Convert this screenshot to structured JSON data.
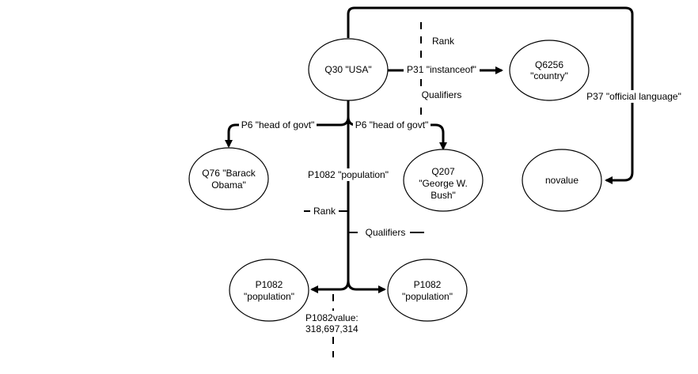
{
  "nodes": {
    "q30": {
      "line1": "Q30 \"USA\"",
      "line2": ""
    },
    "q6256": {
      "line1": "Q6256",
      "line2": "\"country\""
    },
    "q76": {
      "line1": "Q76 \"Barack",
      "line2": "Obama\""
    },
    "q207": {
      "line1": "Q207",
      "line2": "\"George W.",
      "line3": "Bush\""
    },
    "novalue": {
      "line1": "novalue"
    },
    "p1082_left": {
      "line1": "P1082",
      "line2": "\"population\""
    },
    "p1082_right": {
      "line1": "P1082",
      "line2": "\"population\""
    }
  },
  "labels": {
    "p31": "P31 \"instanceof\"",
    "rank_top": "Rank",
    "qualifiers_top": "Qualifiers",
    "p37": "P37 \"official language\"",
    "p6_left": "P6 \"head of govt\"",
    "p6_right": "P6 \"head of govt\"",
    "p1082": "P1082 \"population\"",
    "rank_mid": "Rank",
    "qualifiers_mid": "Qualifiers",
    "value_line1": "P1082value:",
    "value_line2": "318,697,314"
  }
}
